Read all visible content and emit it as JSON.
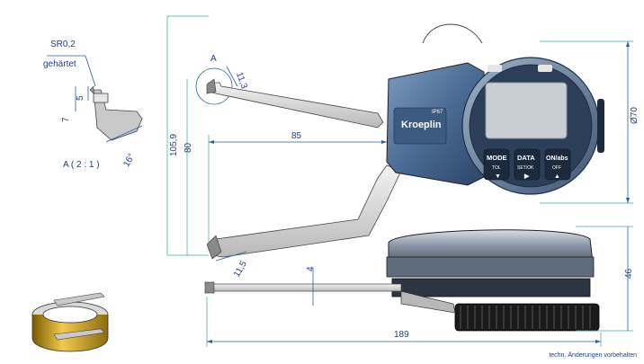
{
  "detail": {
    "label": "A",
    "scale_label": "A ( 2 : 1 )",
    "radius_note": "SR0,2",
    "hardened_note": "gehärtet",
    "dim_5": "5",
    "dim_7": "7",
    "dim_16": "16°",
    "dim_11_3": "11,3"
  },
  "dimensions": {
    "height_overall": "105,9",
    "height_80": "80",
    "reach_85": "85",
    "tip_11_5": "11,5",
    "diameter_70": "Ø70",
    "thickness_4": "4",
    "height_46": "46",
    "length_189": "189"
  },
  "gauge": {
    "brand": "Kroeplin",
    "ip_rating": "IP67",
    "buttons": [
      {
        "main": "MODE",
        "sub": "TOL"
      },
      {
        "main": "DATA",
        "sub": "SET/OK"
      },
      {
        "main": "ON/abs",
        "sub": "OFF"
      }
    ]
  },
  "footer": {
    "note": "techn. Änderungen vorbehalten"
  },
  "colors": {
    "dimension_text": "#1f3f8f",
    "dimension_line": "#2a5fa8",
    "extension_line": "#3aa6a0",
    "housing_blue": "#4a6b94",
    "lcd_screen": "#c8ced3"
  }
}
